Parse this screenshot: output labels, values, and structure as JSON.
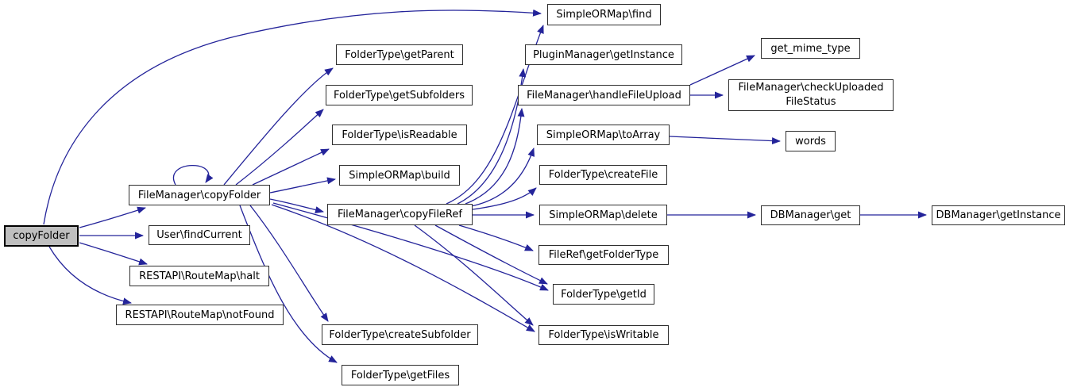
{
  "diagram": {
    "type": "call-graph",
    "root": "copyFolder",
    "colors": {
      "edge": "#24249a",
      "node_fill": "#ffffff",
      "node_border": "#2f2f2f",
      "highlight_fill": "#bfbfbf"
    }
  },
  "nodes": [
    {
      "id": "copy-folder",
      "label": "copyFolder",
      "highlighted": true
    },
    {
      "id": "fm-copy-folder",
      "label": "FileManager\\copyFolder",
      "highlighted": false
    },
    {
      "id": "user-find-current",
      "label": "User\\findCurrent",
      "highlighted": false
    },
    {
      "id": "restapi-halt",
      "label": "RESTAPI\\RouteMap\\halt",
      "highlighted": false
    },
    {
      "id": "restapi-not-found",
      "label": "RESTAPI\\RouteMap\\notFound",
      "highlighted": false
    },
    {
      "id": "ft-get-parent",
      "label": "FolderType\\getParent",
      "highlighted": false
    },
    {
      "id": "ft-get-subfolders",
      "label": "FolderType\\getSubfolders",
      "highlighted": false
    },
    {
      "id": "ft-is-readable",
      "label": "FolderType\\isReadable",
      "highlighted": false
    },
    {
      "id": "orm-build",
      "label": "SimpleORMap\\build",
      "highlighted": false
    },
    {
      "id": "fm-copy-file-ref",
      "label": "FileManager\\copyFileRef",
      "highlighted": false
    },
    {
      "id": "ft-create-subfolder",
      "label": "FolderType\\createSubfolder",
      "highlighted": false
    },
    {
      "id": "ft-get-files",
      "label": "FolderType\\getFiles",
      "highlighted": false
    },
    {
      "id": "orm-find",
      "label": "SimpleORMap\\find",
      "highlighted": false
    },
    {
      "id": "pm-get-instance",
      "label": "PluginManager\\getInstance",
      "highlighted": false
    },
    {
      "id": "fm-handle-file-upload",
      "label": "FileManager\\handleFileUpload",
      "highlighted": false
    },
    {
      "id": "orm-to-array",
      "label": "SimpleORMap\\toArray",
      "highlighted": false
    },
    {
      "id": "ft-create-file",
      "label": "FolderType\\createFile",
      "highlighted": false
    },
    {
      "id": "orm-delete",
      "label": "SimpleORMap\\delete",
      "highlighted": false
    },
    {
      "id": "fileref-get-folder-type",
      "label": "FileRef\\getFolderType",
      "highlighted": false
    },
    {
      "id": "ft-get-id",
      "label": "FolderType\\getId",
      "highlighted": false
    },
    {
      "id": "ft-is-writable",
      "label": "FolderType\\isWritable",
      "highlighted": false
    },
    {
      "id": "get-mime-type",
      "label": "get_mime_type",
      "highlighted": false
    },
    {
      "id": "fm-check-uploaded-file-status",
      "label": "FileManager\\checkUploaded\nFileStatus",
      "highlighted": false
    },
    {
      "id": "words",
      "label": "words",
      "highlighted": false
    },
    {
      "id": "db-get",
      "label": "DBManager\\get",
      "highlighted": false
    },
    {
      "id": "db-get-instance",
      "label": "DBManager\\getInstance",
      "highlighted": false
    }
  ],
  "edges": [
    {
      "from": "copy-folder",
      "to": "orm-find"
    },
    {
      "from": "copy-folder",
      "to": "fm-copy-folder"
    },
    {
      "from": "copy-folder",
      "to": "user-find-current"
    },
    {
      "from": "copy-folder",
      "to": "restapi-halt"
    },
    {
      "from": "copy-folder",
      "to": "restapi-not-found"
    },
    {
      "from": "fm-copy-folder",
      "to": "fm-copy-folder"
    },
    {
      "from": "fm-copy-folder",
      "to": "ft-get-parent"
    },
    {
      "from": "fm-copy-folder",
      "to": "ft-get-subfolders"
    },
    {
      "from": "fm-copy-folder",
      "to": "ft-is-readable"
    },
    {
      "from": "fm-copy-folder",
      "to": "orm-build"
    },
    {
      "from": "fm-copy-folder",
      "to": "fm-copy-file-ref"
    },
    {
      "from": "fm-copy-folder",
      "to": "ft-create-subfolder"
    },
    {
      "from": "fm-copy-folder",
      "to": "ft-get-files"
    },
    {
      "from": "fm-copy-folder",
      "to": "ft-get-id"
    },
    {
      "from": "fm-copy-folder",
      "to": "ft-is-writable"
    },
    {
      "from": "fm-copy-file-ref",
      "to": "orm-find"
    },
    {
      "from": "fm-copy-file-ref",
      "to": "pm-get-instance"
    },
    {
      "from": "fm-copy-file-ref",
      "to": "fm-handle-file-upload"
    },
    {
      "from": "fm-copy-file-ref",
      "to": "orm-to-array"
    },
    {
      "from": "fm-copy-file-ref",
      "to": "ft-create-file"
    },
    {
      "from": "fm-copy-file-ref",
      "to": "orm-delete"
    },
    {
      "from": "fm-copy-file-ref",
      "to": "fileref-get-folder-type"
    },
    {
      "from": "fm-copy-file-ref",
      "to": "ft-get-id"
    },
    {
      "from": "fm-copy-file-ref",
      "to": "ft-is-writable"
    },
    {
      "from": "fm-handle-file-upload",
      "to": "get-mime-type"
    },
    {
      "from": "fm-handle-file-upload",
      "to": "fm-check-uploaded-file-status"
    },
    {
      "from": "orm-to-array",
      "to": "words"
    },
    {
      "from": "orm-delete",
      "to": "db-get"
    },
    {
      "from": "db-get",
      "to": "db-get-instance"
    }
  ]
}
